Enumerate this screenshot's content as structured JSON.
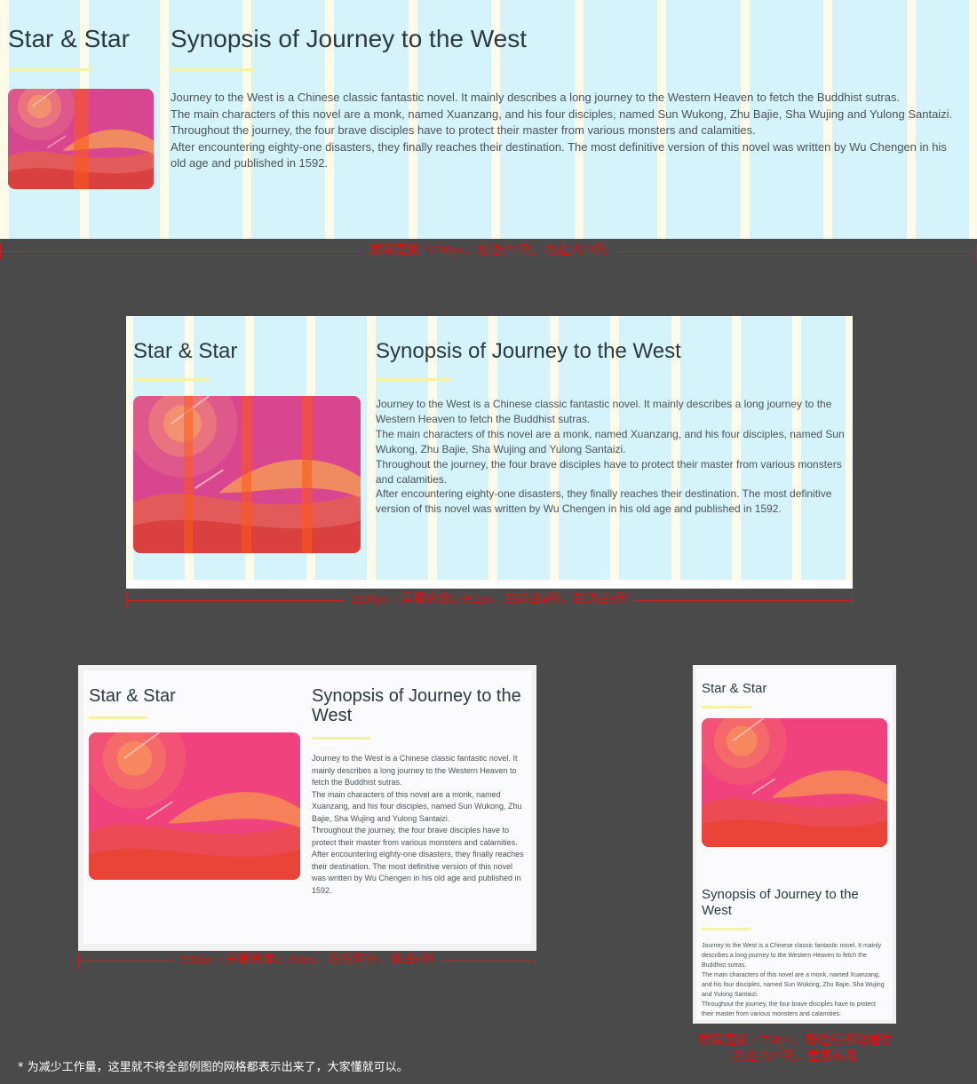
{
  "brand": "Star & Star",
  "title": "Synopsis of Journey to the West",
  "paragraphs": [
    "Journey to the West is a Chinese classic fantastic novel. It mainly describes a long journey to the Western Heaven to fetch the Buddhist sutras.",
    "The main characters of this novel are a monk, named Xuanzang, and his four disciples, named Sun Wukong, Zhu Bajie, Sha Wujing and Yulong Santaizi.",
    "Throughout the journey, the four brave disciples have to protect their master from various monsters and calamities.",
    "After encountering eighty-one disasters, they finally reaches their destination. The most definitive version of this novel was written by Wu Chengen in his old age and published in 1592."
  ],
  "annotations": {
    "xl": "屏幕宽度≥1200px，左边占2列，右边占10列",
    "lg": "1200px > 屏幕宽度≥ 992px，左边占4列，右边占8列",
    "md": "992px > 屏幕宽度≥ 768px，左右均分，各占6列",
    "xs_line1": "屏幕宽度 < 768px，即适应移动端时",
    "xs_line2": "左边占12列，垂直布局"
  },
  "footnote": "* 为减少工作量，这里就不将全部例图的网格都表示出来了，大家懂就可以。",
  "colors": {
    "background": "#4a4a4a",
    "grid_column": "#d4f3fb",
    "grid_gutter": "#fffbe8",
    "heading_underline": "#f5f2a5",
    "annotation_red": "#e01010"
  }
}
